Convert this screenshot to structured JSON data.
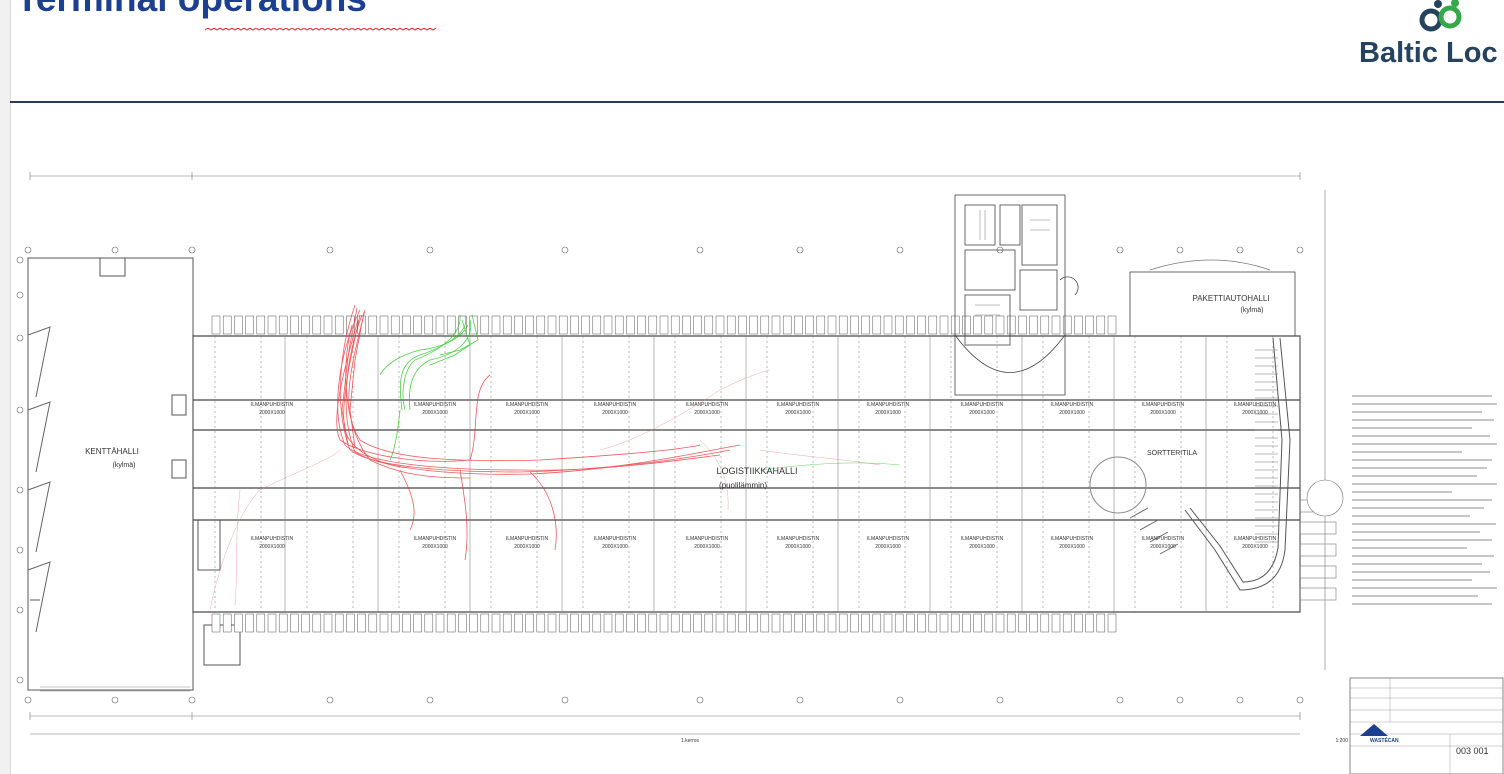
{
  "slide": {
    "title": "Terminal operations"
  },
  "logo": {
    "text": "Baltic Loc"
  },
  "plan": {
    "halls": {
      "kentta": {
        "name": "KENTTÄHALLI",
        "sub": "(kylmä)"
      },
      "logistiikka": {
        "name": "LOGISTIIKKAHALLI",
        "sub": "(puolilämmin)"
      },
      "paketti": {
        "name": "PAKETTIAUTOHALLI",
        "sub": "(kylmä)"
      },
      "sortteri": {
        "name": "SORTTERITILA"
      }
    },
    "unit_label": "ILMANPUHDISTIN",
    "unit_size": "2000X1000",
    "scale": "1:200",
    "floor": "1.kerros",
    "drawing_number": "003 001",
    "maker": "WASTÉCAN"
  },
  "colors": {
    "title": "#1c3f8f",
    "path_red": "#e8232a",
    "path_green": "#22c21a",
    "line": "#5a5a5a"
  }
}
